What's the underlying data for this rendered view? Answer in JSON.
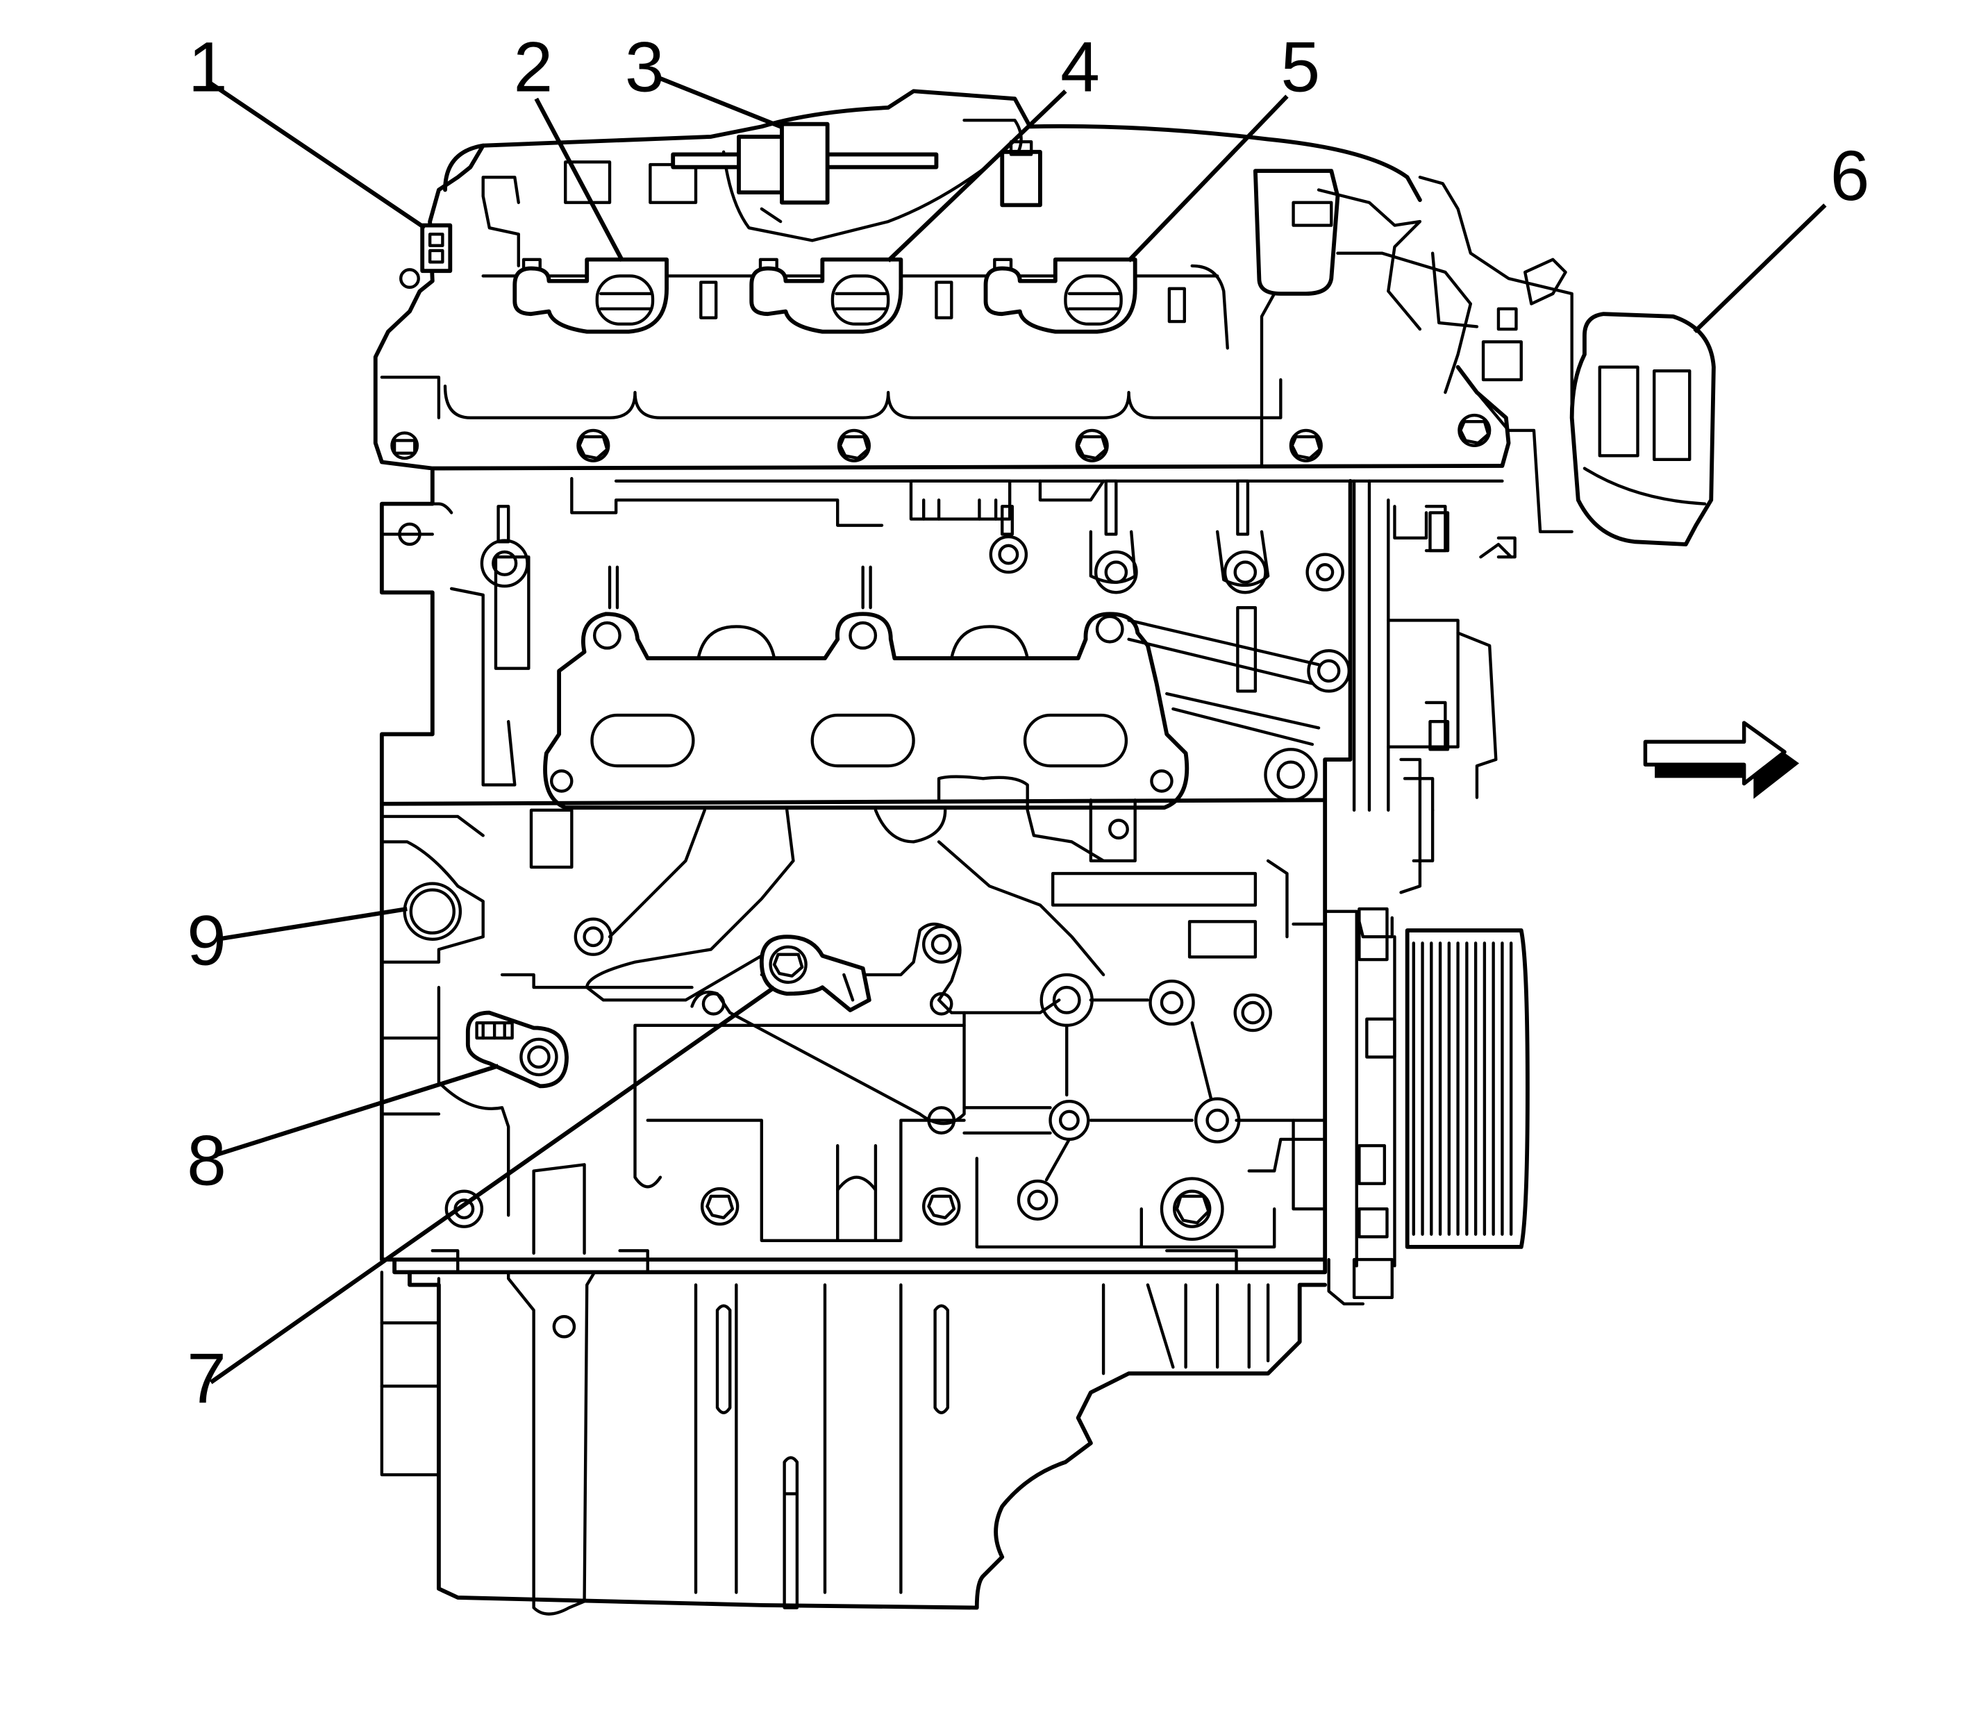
{
  "callouts": [
    {
      "id": "1",
      "label": "1"
    },
    {
      "id": "2",
      "label": "2"
    },
    {
      "id": "3",
      "label": "3"
    },
    {
      "id": "4",
      "label": "4"
    },
    {
      "id": "5",
      "label": "5"
    },
    {
      "id": "6",
      "label": "6"
    },
    {
      "id": "7",
      "label": "7"
    },
    {
      "id": "8",
      "label": "8"
    },
    {
      "id": "9",
      "label": "9"
    }
  ],
  "icons": {
    "direction_arrow": "arrow-right-icon"
  }
}
